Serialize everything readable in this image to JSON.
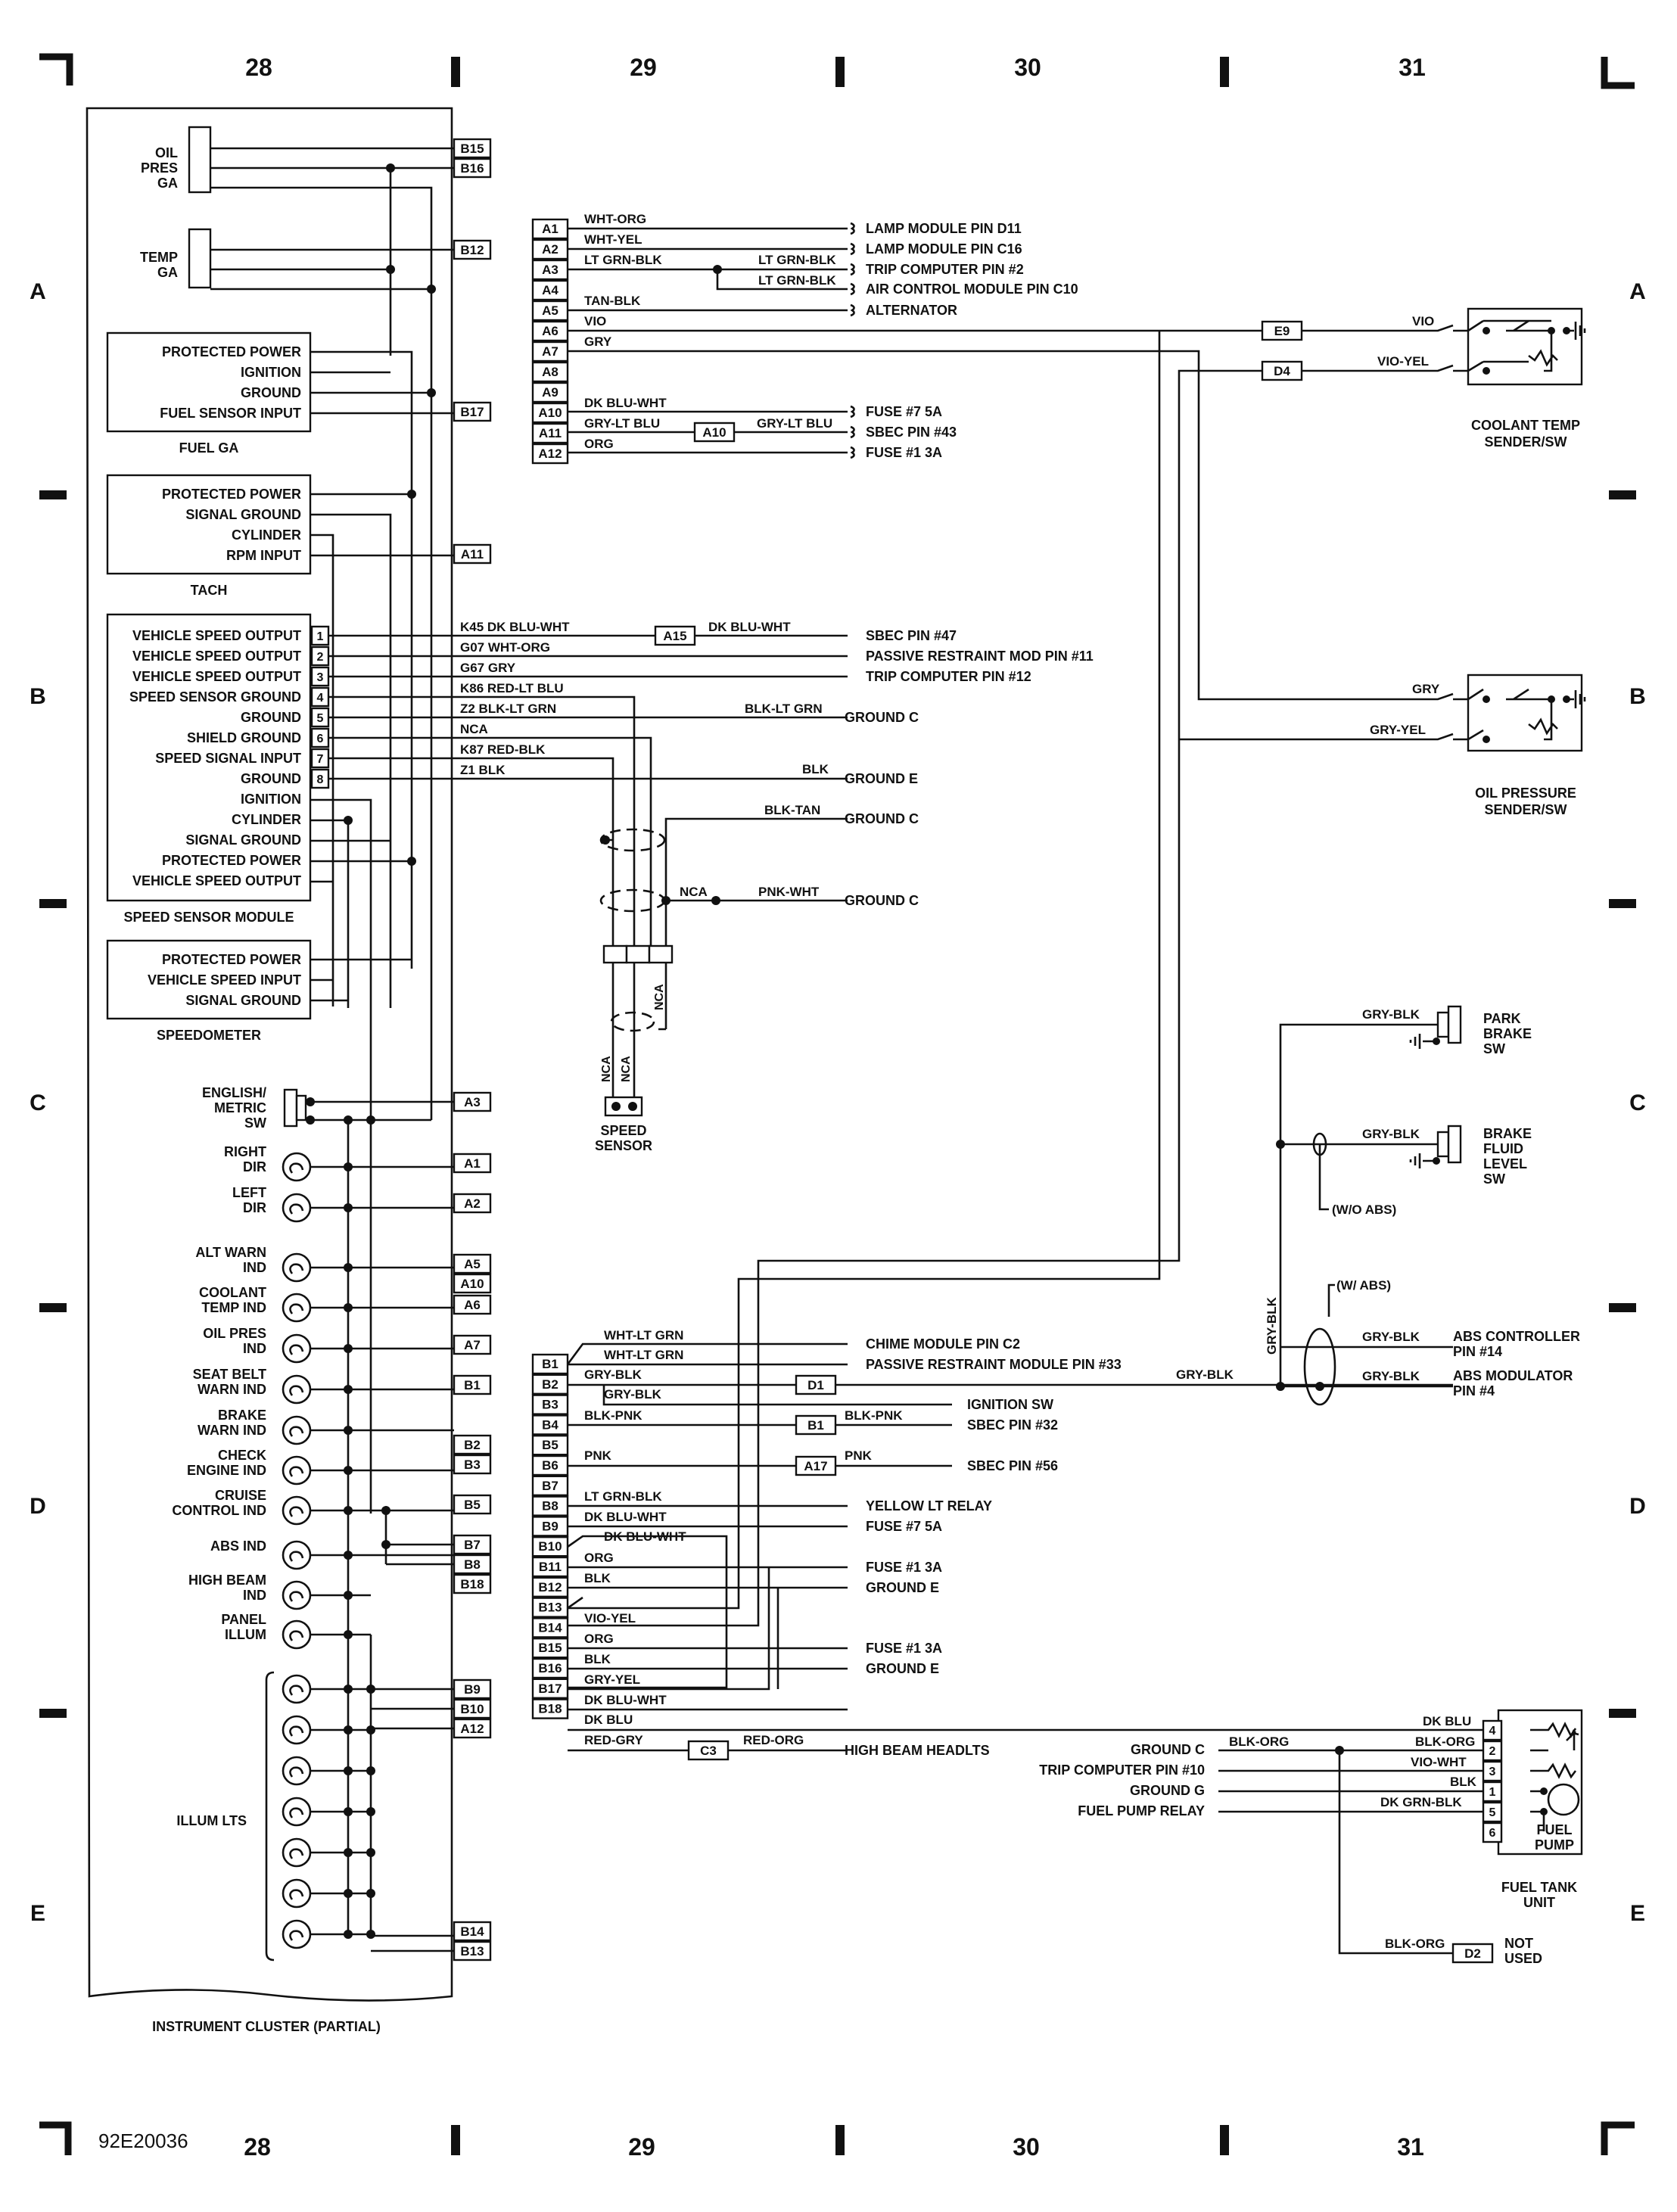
{
  "drawing_id": "92E20036",
  "grid": {
    "columns": [
      "28",
      "29",
      "30",
      "31"
    ],
    "rows": [
      "A",
      "B",
      "C",
      "D",
      "E"
    ]
  },
  "instrument_cluster": {
    "title": "INSTRUMENT CLUSTER (PARTIAL)",
    "oil_gauge": [
      "OIL",
      "PRES",
      "GA"
    ],
    "temp_gauge": [
      "TEMP",
      "GA"
    ],
    "fuel_ga": {
      "title": "FUEL GA",
      "pins": [
        "PROTECTED POWER",
        "IGNITION",
        "GROUND",
        "FUEL SENSOR INPUT"
      ]
    },
    "tach": {
      "title": "TACH",
      "pins": [
        "PROTECTED POWER",
        "SIGNAL GROUND",
        "CYLINDER",
        "RPM INPUT"
      ]
    },
    "speed_sensor_module": {
      "title": "SPEED SENSOR MODULE",
      "pins": [
        "VEHICLE SPEED OUTPUT",
        "VEHICLE SPEED OUTPUT",
        "VEHICLE SPEED OUTPUT",
        "SPEED SENSOR GROUND",
        "GROUND",
        "SHIELD GROUND",
        "SPEED SIGNAL INPUT",
        "GROUND",
        "IGNITION",
        "CYLINDER",
        "SIGNAL GROUND",
        "PROTECTED POWER",
        "VEHICLE SPEED OUTPUT"
      ],
      "pin_numbers": [
        "1",
        "2",
        "3",
        "4",
        "5",
        "6",
        "7",
        "8"
      ]
    },
    "speedometer": {
      "title": "SPEEDOMETER",
      "pins": [
        "PROTECTED POWER",
        "VEHICLE SPEED INPUT",
        "SIGNAL GROUND"
      ]
    },
    "english_metric": [
      "ENGLISH/",
      "METRIC",
      "SW"
    ],
    "indicators": [
      [
        "RIGHT",
        "DIR"
      ],
      [
        "LEFT",
        "DIR"
      ],
      [
        "ALT WARN",
        "IND"
      ],
      [
        "COOLANT",
        "TEMP IND"
      ],
      [
        "OIL PRES",
        "IND"
      ],
      [
        "SEAT BELT",
        "WARN IND"
      ],
      [
        "BRAKE",
        "WARN IND"
      ],
      [
        "CHECK",
        "ENGINE IND"
      ],
      [
        "CRUISE",
        "CONTROL IND"
      ],
      [
        "ABS IND"
      ],
      [
        "HIGH BEAM",
        "IND"
      ],
      [
        "PANEL",
        "ILLUM"
      ]
    ],
    "illum_lts": "ILLUM LTS",
    "connector_pins": [
      "B15",
      "B16",
      "B12",
      "B17",
      "A11",
      "A3",
      "A1",
      "A2",
      "A5",
      "A10",
      "A6",
      "A7",
      "B1",
      "B2",
      "B3",
      "B5",
      "B7",
      "B8",
      "B18",
      "B9",
      "B10",
      "A12",
      "B14",
      "B13"
    ]
  },
  "connector_a": {
    "pins": [
      "A1",
      "A2",
      "A3",
      "A4",
      "A5",
      "A6",
      "A7",
      "A8",
      "A9",
      "A10",
      "A11",
      "A12"
    ],
    "wires": [
      "WHT-ORG",
      "WHT-YEL",
      "LT GRN-BLK",
      "",
      "TAN-BLK",
      "VIO",
      "GRY",
      "",
      "",
      "DK BLU-WHT",
      "GRY-LT BLU",
      "ORG"
    ],
    "branch_wires": [
      "LT GRN-BLK",
      "LT GRN-BLK",
      "GRY-LT BLU"
    ],
    "splice": "A10",
    "destinations": [
      "LAMP MODULE PIN D11",
      "LAMP MODULE PIN C16",
      "TRIP COMPUTER PIN #2",
      "AIR CONTROL MODULE PIN C10",
      "ALTERNATOR",
      "FUSE #7 5A",
      "SBEC PIN #43",
      "FUSE #1 3A"
    ]
  },
  "speed_wires": {
    "wires": [
      "K45 DK BLU-WHT",
      "G07 WHT-ORG",
      "G67 GRY",
      "K86 RED-LT BLU",
      "Z2 BLK-LT GRN",
      "NCA",
      "K87 RED-BLK",
      "Z1 BLK"
    ],
    "inline_connector": "A15",
    "inline_wire": "DK BLU-WHT",
    "right_wires": [
      "BLK-LT GRN",
      "BLK",
      "BLK-TAN",
      "PNK-WHT"
    ],
    "nca": "NCA",
    "destinations": [
      "SBEC PIN #47",
      "PASSIVE RESTRAINT MOD PIN #11",
      "TRIP COMPUTER PIN #12",
      "GROUND C",
      "GROUND E",
      "GROUND C",
      "GROUND C"
    ],
    "sensor": [
      "SPEED",
      "SENSOR"
    ]
  },
  "coolant_sender": {
    "label": [
      "COOLANT TEMP",
      "SENDER/SW"
    ],
    "wires": [
      "VIO",
      "VIO-YEL"
    ],
    "connectors": [
      "E9",
      "D4"
    ]
  },
  "oil_sender": {
    "label": [
      "OIL PRESSURE",
      "SENDER/SW"
    ],
    "wires": [
      "GRY",
      "GRY-YEL"
    ]
  },
  "brake_switches": {
    "park": [
      "PARK",
      "BRAKE",
      "SW"
    ],
    "fluid": [
      "BRAKE",
      "FLUID",
      "LEVEL",
      "SW"
    ],
    "wire": "GRY-BLK",
    "wo_abs": "(W/O ABS)",
    "w_abs": "(W/ ABS)",
    "abs_controller": [
      "ABS CONTROLLER",
      "PIN #14"
    ],
    "abs_modulator": [
      "ABS MODULATOR",
      "PIN #4"
    ]
  },
  "connector_b": {
    "pins": [
      "B1",
      "B2",
      "B3",
      "B4",
      "B5",
      "B6",
      "B7",
      "B8",
      "B9",
      "B10",
      "B11",
      "B12",
      "B13",
      "B14",
      "B15",
      "B16",
      "B17",
      "B18"
    ],
    "wires": [
      "WHT-LT GRN",
      "WHT-LT GRN",
      "GRY-BLK",
      "GRY-BLK",
      "BLK-PNK",
      "BLK-PNK",
      "PNK",
      "PNK",
      "LT GRN-BLK",
      "DK BLU-WHT",
      "DK BLU-WHT",
      "ORG",
      "BLK",
      "VIO-YEL",
      "ORG",
      "BLK",
      "GRY-YEL",
      "DK BLU-WHT",
      "DK BLU",
      "RED-GRY",
      "RED-ORG"
    ],
    "inline": [
      "D1",
      "B1",
      "A17",
      "C3"
    ],
    "destinations": [
      "CHIME MODULE PIN C2",
      "PASSIVE RESTRAINT MODULE PIN #33",
      "IGNITION SW",
      "SBEC PIN #32",
      "SBEC PIN #56",
      "YELLOW LT RELAY",
      "FUSE #7 5A",
      "FUSE #1 3A",
      "GROUND E",
      "FUSE #1 3A",
      "GROUND E",
      "HIGH BEAM HEADLTS"
    ]
  },
  "fuel_tank": {
    "label": [
      "FUEL TANK",
      "UNIT"
    ],
    "pump": [
      "FUEL",
      "PUMP"
    ],
    "pins": [
      "4",
      "2",
      "3",
      "1",
      "5",
      "6"
    ],
    "wires": [
      "DK BLU",
      "BLK-ORG",
      "VIO-WHT",
      "BLK",
      "DK GRN-BLK",
      "BLK-ORG",
      "BLK-ORG"
    ],
    "sources": [
      "GROUND C",
      "TRIP COMPUTER PIN #10",
      "GROUND G",
      "FUEL PUMP RELAY"
    ],
    "not_used_connector": "D2",
    "not_used": [
      "NOT",
      "USED"
    ]
  }
}
